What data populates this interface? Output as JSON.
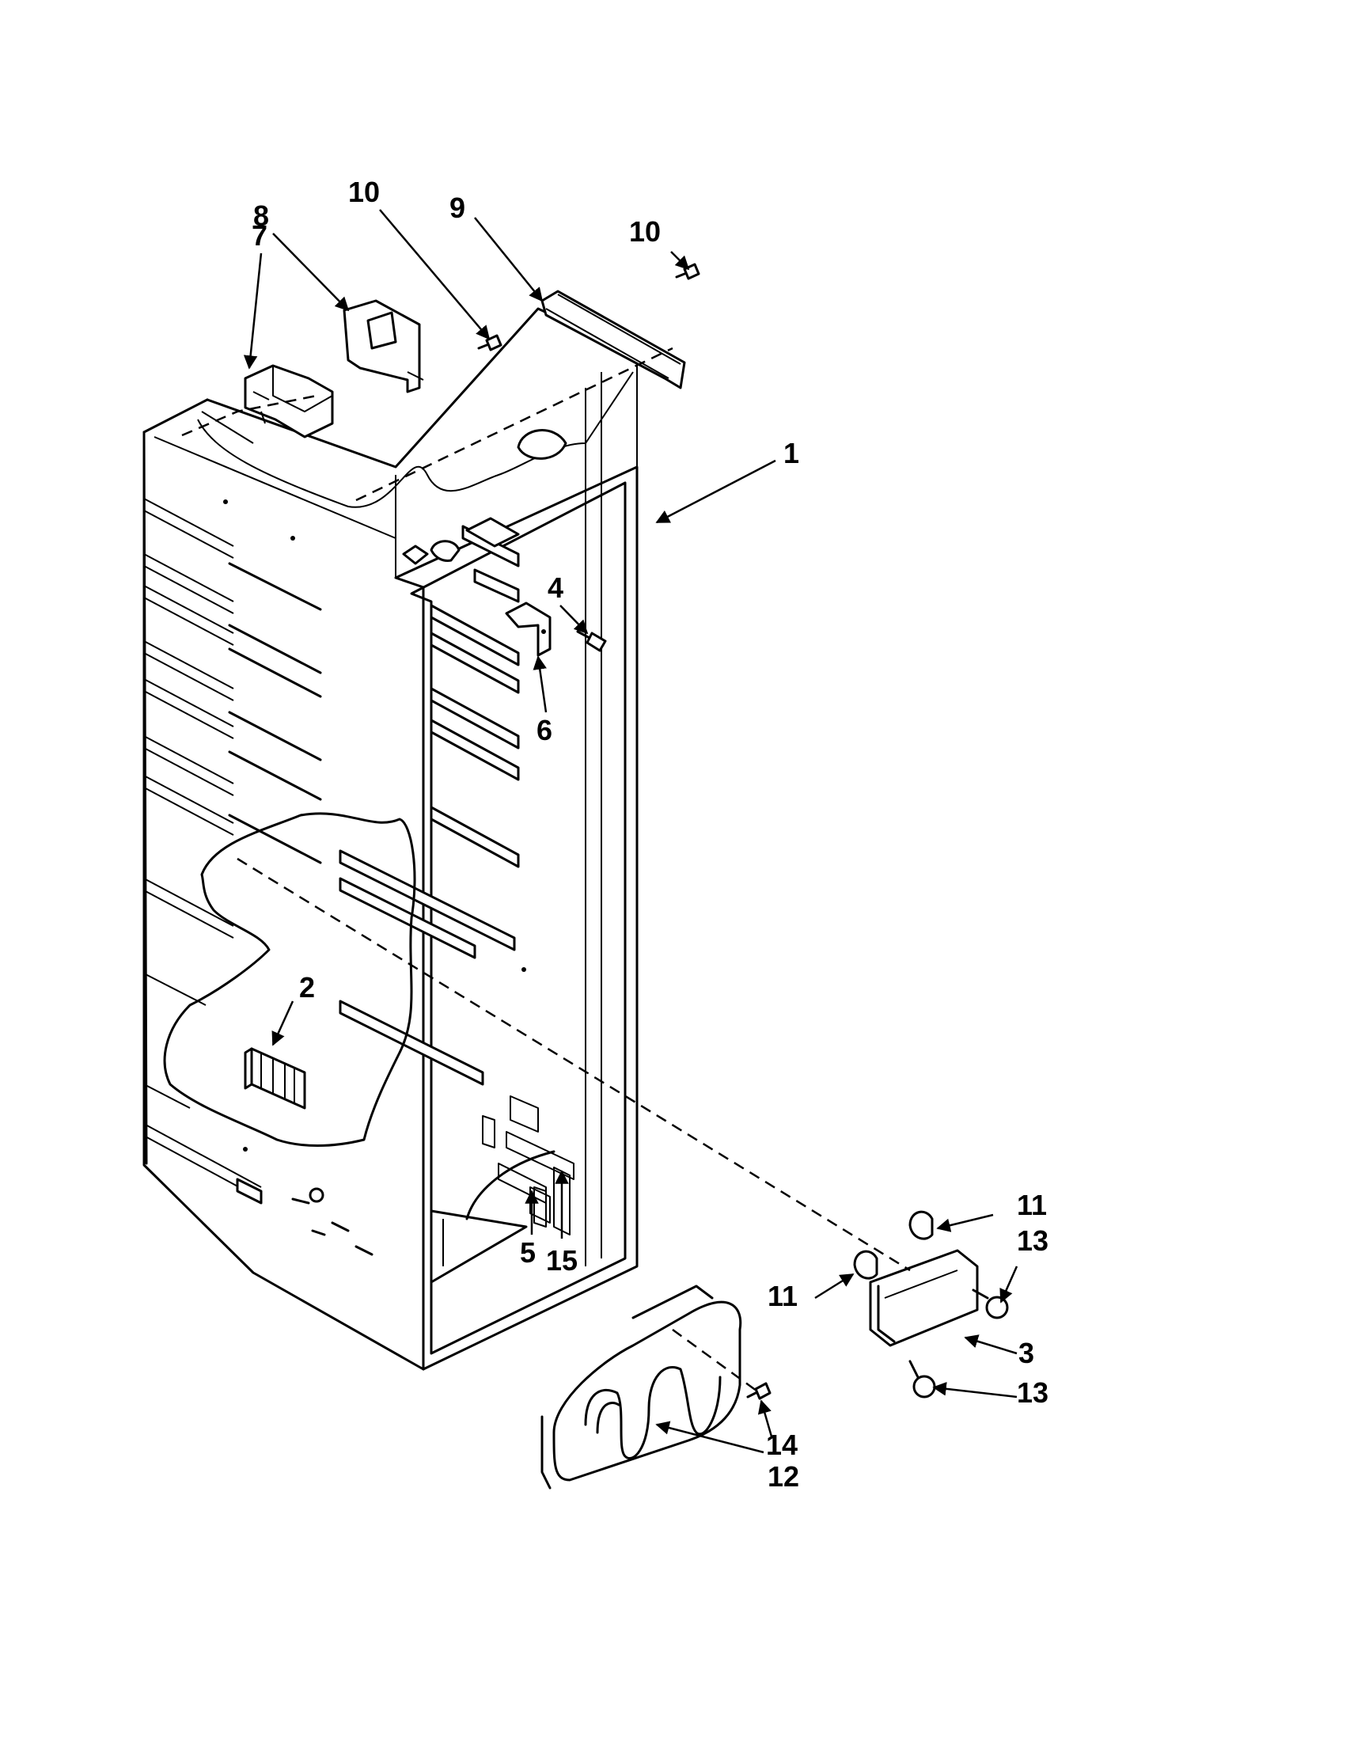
{
  "diagram": {
    "type": "exploded-parts-view",
    "callouts": [
      {
        "id": "c1",
        "label": "1"
      },
      {
        "id": "c2",
        "label": "2"
      },
      {
        "id": "c3",
        "label": "3"
      },
      {
        "id": "c4",
        "label": "4"
      },
      {
        "id": "c5",
        "label": "5"
      },
      {
        "id": "c6",
        "label": "6"
      },
      {
        "id": "c7",
        "label": "7"
      },
      {
        "id": "c8",
        "label": "8"
      },
      {
        "id": "c9",
        "label": "9"
      },
      {
        "id": "c10a",
        "label": "10"
      },
      {
        "id": "c10b",
        "label": "10"
      },
      {
        "id": "c11a",
        "label": "11"
      },
      {
        "id": "c11b",
        "label": "11"
      },
      {
        "id": "c12",
        "label": "12"
      },
      {
        "id": "c13a",
        "label": "13"
      },
      {
        "id": "c13b",
        "label": "13"
      },
      {
        "id": "c14",
        "label": "14"
      },
      {
        "id": "c15",
        "label": "15"
      }
    ]
  }
}
